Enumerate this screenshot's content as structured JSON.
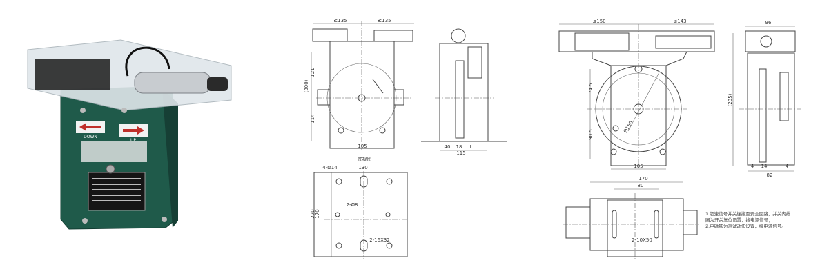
{
  "photo": {
    "label_down": "DOWN",
    "label_up": "UP",
    "colors": {
      "housing": "#1f5a4a",
      "wheel": "#e2b81c",
      "cover": "#dfe6ea"
    }
  },
  "drawing_a": {
    "front": {
      "width_left": "≤135",
      "width_right": "≤135",
      "height_total": "(300)",
      "upper": "121",
      "lower": "114",
      "base": "105"
    },
    "side": {
      "dim_40": "40",
      "dim_18": "18",
      "dim_t": "t",
      "total": "115"
    },
    "plan": {
      "title": "底视图",
      "holes": "4-Ø14",
      "spacing": "130",
      "pins": "2-Ø8",
      "slots": "2-16X32",
      "h_outer": "220",
      "h_inner": "170"
    }
  },
  "drawing_b": {
    "front": {
      "width_left": "≤150",
      "width_right": "≤143",
      "upper": "74.5",
      "lower": "90.5",
      "diameter": "Ø150",
      "base": "105"
    },
    "side": {
      "top": "96",
      "height": "(235)",
      "dim_4a": "4",
      "dim_14": "14",
      "dim_4b": "4",
      "total": "82"
    },
    "plan": {
      "outer": "170",
      "inner": "80",
      "slots": "2-10X50"
    },
    "notes": [
      "1.超速信号并关连接至安全回路，并关内线",
      "  圈为开关复位设置，接电源信号；",
      "2.电磁铁为测试动作设置，接电源信号。"
    ]
  }
}
